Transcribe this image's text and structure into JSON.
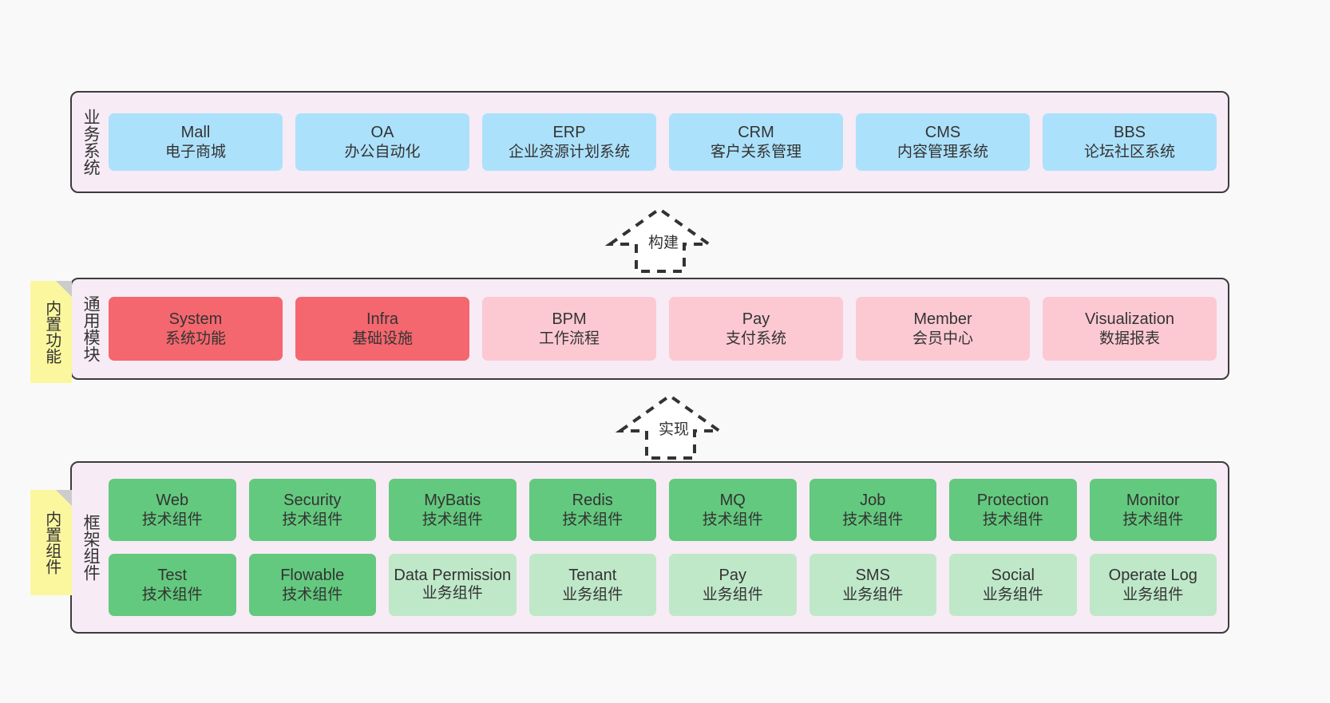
{
  "diagram": {
    "background": "#f9f9f9",
    "container_fill": "#f7ebf5",
    "container_stroke": "#3c3c3c",
    "sticky_fill": "#fbf79f",
    "sticky_fold": "#cccccc",
    "arrow_stroke": "#333333"
  },
  "layers": [
    {
      "id": "business-system",
      "caption": "业务系统",
      "rows": [
        {
          "nodes": [
            {
              "en": "Mall",
              "cn": "电子商城",
              "color": "#ace1fb",
              "style": "blue"
            },
            {
              "en": "OA",
              "cn": "办公自动化",
              "color": "#ace1fb",
              "style": "blue"
            },
            {
              "en": "ERP",
              "cn": "企业资源计划系统",
              "color": "#ace1fb",
              "style": "blue"
            },
            {
              "en": "CRM",
              "cn": "客户关系管理",
              "color": "#ace1fb",
              "style": "blue"
            },
            {
              "en": "CMS",
              "cn": "内容管理系统",
              "color": "#ace1fb",
              "style": "blue"
            },
            {
              "en": "BBS",
              "cn": "论坛社区系统",
              "color": "#ace1fb",
              "style": "blue"
            }
          ]
        }
      ]
    },
    {
      "id": "common-module",
      "caption": "通用模块",
      "sticky": "内置功能",
      "rows": [
        {
          "nodes": [
            {
              "en": "System",
              "cn": "系统功能",
              "color": "#f4676e",
              "style": "red"
            },
            {
              "en": "Infra",
              "cn": "基础设施",
              "color": "#f4676e",
              "style": "red"
            },
            {
              "en": "BPM",
              "cn": "工作流程",
              "color": "#fcc9d2",
              "style": "pink"
            },
            {
              "en": "Pay",
              "cn": "支付系统",
              "color": "#fcc9d2",
              "style": "pink"
            },
            {
              "en": "Member",
              "cn": "会员中心",
              "color": "#fcc9d2",
              "style": "pink"
            },
            {
              "en": "Visualization",
              "cn": "数据报表",
              "color": "#fcc9d2",
              "style": "pink"
            }
          ]
        }
      ]
    },
    {
      "id": "framework-component",
      "caption": "框架组件",
      "sticky": "内置组件",
      "rows": [
        {
          "nodes": [
            {
              "en": "Web",
              "cn": "技术组件",
              "color": "#63c97e",
              "style": "green"
            },
            {
              "en": "Security",
              "cn": "技术组件",
              "color": "#63c97e",
              "style": "green"
            },
            {
              "en": "MyBatis",
              "cn": "技术组件",
              "color": "#63c97e",
              "style": "green"
            },
            {
              "en": "Redis",
              "cn": "技术组件",
              "color": "#63c97e",
              "style": "green"
            },
            {
              "en": "MQ",
              "cn": "技术组件",
              "color": "#63c97e",
              "style": "green"
            },
            {
              "en": "Job",
              "cn": "技术组件",
              "color": "#63c97e",
              "style": "green"
            },
            {
              "en": "Protection",
              "cn": "技术组件",
              "color": "#63c97e",
              "style": "green"
            },
            {
              "en": "Monitor",
              "cn": "技术组件",
              "color": "#63c97e",
              "style": "green"
            }
          ]
        },
        {
          "nodes": [
            {
              "en": "Test",
              "cn": "技术组件",
              "color": "#63c97e",
              "style": "green"
            },
            {
              "en": "Flowable",
              "cn": "技术组件",
              "color": "#63c97e",
              "style": "green"
            },
            {
              "en": "Data Permission",
              "cn": "业务组件",
              "color": "#bfe8c9",
              "style": "lightgreen"
            },
            {
              "en": "Tenant",
              "cn": "业务组件",
              "color": "#bfe8c9",
              "style": "lightgreen"
            },
            {
              "en": "Pay",
              "cn": "业务组件",
              "color": "#bfe8c9",
              "style": "lightgreen"
            },
            {
              "en": "SMS",
              "cn": "业务组件",
              "color": "#bfe8c9",
              "style": "lightgreen"
            },
            {
              "en": "Social",
              "cn": "业务组件",
              "color": "#bfe8c9",
              "style": "lightgreen"
            },
            {
              "en": "Operate Log",
              "cn": "业务组件",
              "color": "#bfe8c9",
              "style": "lightgreen"
            }
          ]
        }
      ]
    }
  ],
  "arrows": [
    {
      "id": "build-arrow",
      "label": "构建"
    },
    {
      "id": "implement-arrow",
      "label": "实现"
    }
  ]
}
